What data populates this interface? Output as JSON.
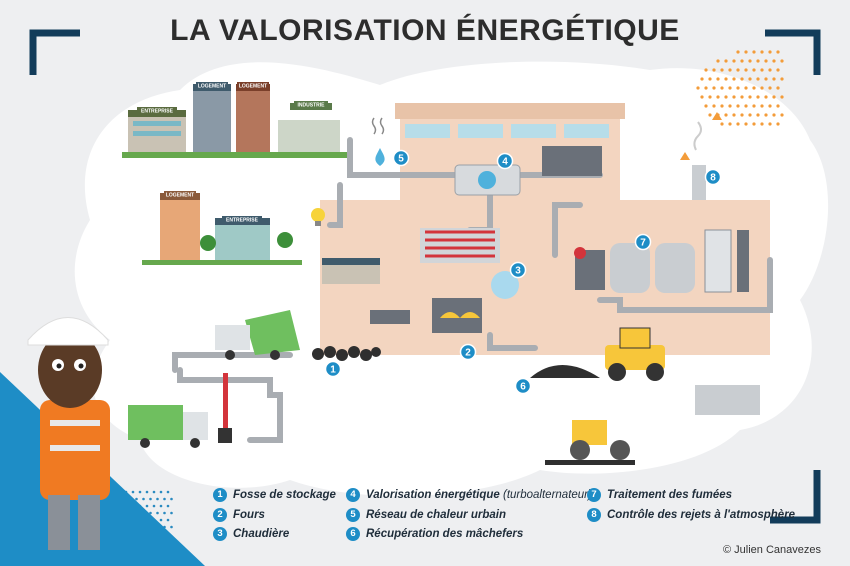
{
  "title": "LA VALORISATION ÉNERGÉTIQUE",
  "building_tags": {
    "entreprise_top": "ENTREPRISE",
    "logement_1": "LOGEMENT",
    "logement_2": "LOGEMENT",
    "industrie": "INDUSTRIE",
    "logement_3": "LOGEMENT",
    "entreprise_mid": "ENTREPRISE"
  },
  "markers": [
    {
      "num": "1"
    },
    {
      "num": "2"
    },
    {
      "num": "3"
    },
    {
      "num": "4"
    },
    {
      "num": "5"
    },
    {
      "num": "6"
    },
    {
      "num": "7"
    },
    {
      "num": "8"
    }
  ],
  "legend": [
    {
      "num": "1",
      "label": "Fosse de stockage",
      "sub": ""
    },
    {
      "num": "2",
      "label": "Fours",
      "sub": ""
    },
    {
      "num": "3",
      "label": "Chaudière",
      "sub": ""
    },
    {
      "num": "4",
      "label": "Valorisation énergétique",
      "sub": "(turboalternateur)"
    },
    {
      "num": "5",
      "label": "Réseau de chaleur urbain",
      "sub": ""
    },
    {
      "num": "6",
      "label": "Récupération des mâchefers",
      "sub": ""
    },
    {
      "num": "7",
      "label": "Traitement des fumées",
      "sub": ""
    },
    {
      "num": "8",
      "label": "Contrôle des rejets à l'atmosphère",
      "sub": ""
    }
  ],
  "credit": "© Julien Canavezes",
  "colors": {
    "accent_blue": "#1e8dc6",
    "frame_navy": "#123c5a",
    "plant_wall": "#f3d5c0",
    "pipe_gray": "#a9adb2",
    "truck_green": "#6fbf5f",
    "vest_orange": "#f07a22",
    "dot_orange": "#f39c3a"
  },
  "icons": [
    "building-icon",
    "truck-icon",
    "lightbulb-icon",
    "steam-icon",
    "bulldozer-icon",
    "roller-icon",
    "worker-icon",
    "barrier-icon"
  ]
}
